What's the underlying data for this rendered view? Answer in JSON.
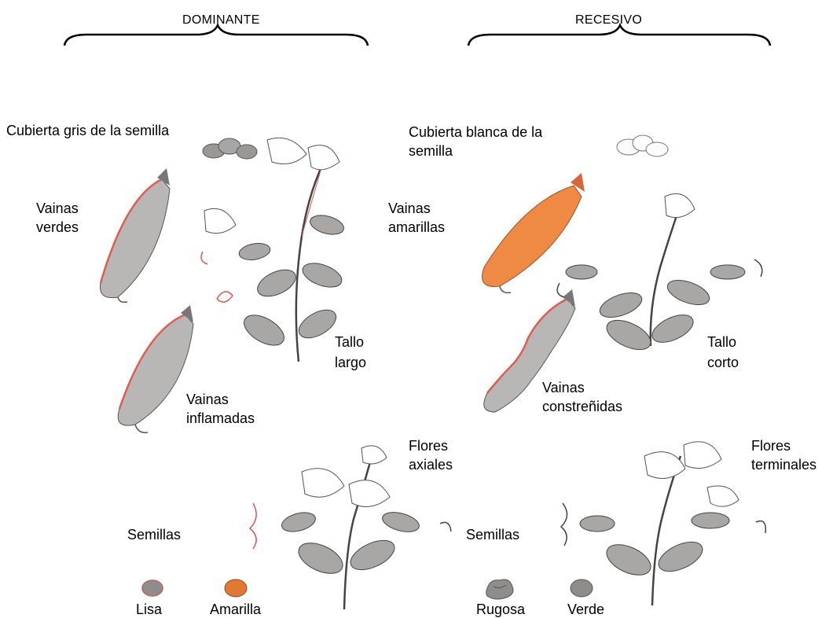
{
  "headers": {
    "dominant": "DOMINANTE",
    "recessive": "RECESIVO"
  },
  "dominant": {
    "seed_coat": "Cubierta gris de la semilla",
    "pods_color": [
      "Vainas",
      "verdes"
    ],
    "stem": [
      "Tallo",
      "largo"
    ],
    "pods_shape": [
      "Vainas",
      "inflamadas"
    ],
    "flowers": [
      "Flores",
      "axiales"
    ],
    "seeds_title": "Semillas",
    "seed_shape": "Lisa",
    "seed_color": "Amarilla"
  },
  "recessive": {
    "seed_coat": [
      "Cubierta blanca de la",
      "semilla"
    ],
    "pods_color": [
      "Vainas",
      "amarillas"
    ],
    "stem": [
      "Tallo",
      "corto"
    ],
    "pods_shape": [
      "Vainas",
      "constreñidas"
    ],
    "flowers": [
      "Flores",
      "terminales"
    ],
    "seeds_title": "Semillas",
    "seed_shape": "Rugosa",
    "seed_color": "Verde"
  },
  "colors": {
    "pod_green_fill": "#b9b7b6",
    "pod_yellow_fill": "#ee8a44",
    "pod_edge": "#e35a50",
    "leaf_gray": "#a9a7a6",
    "line": "#333333",
    "seed_yellow": "#e07a32",
    "seed_gray": "#8f8d8c"
  }
}
